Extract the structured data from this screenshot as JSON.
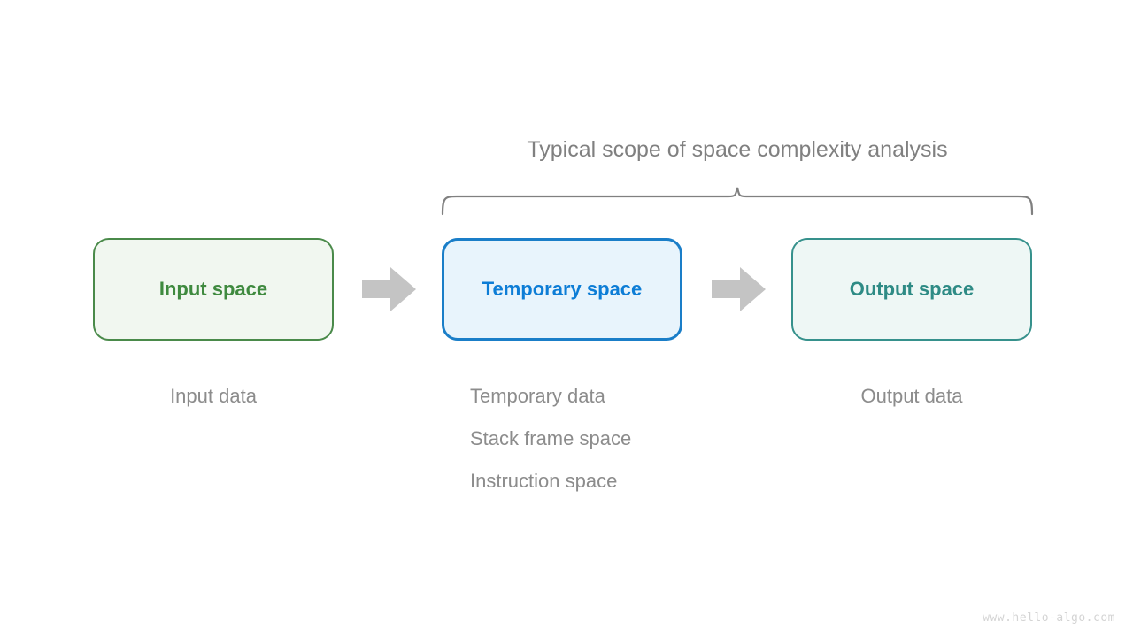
{
  "diagram": {
    "scope_label": "Typical scope of space complexity analysis",
    "boxes": [
      {
        "label": "Input space",
        "name": "input-space"
      },
      {
        "label": "Temporary space",
        "name": "temporary-space"
      },
      {
        "label": "Output space",
        "name": "output-space"
      }
    ],
    "captions": {
      "input": [
        "Input data"
      ],
      "temporary": [
        "Temporary data",
        "Stack frame space",
        "Instruction space"
      ],
      "output": [
        "Output data"
      ]
    },
    "colors": {
      "input_border": "#4a8a4a",
      "input_fill": "#f1f7f0",
      "input_text": "#3f8a3f",
      "temporary_border": "#1a7ec8",
      "temporary_fill": "#e8f4fc",
      "temporary_text": "#0d7dd6",
      "output_border": "#36918c",
      "output_fill": "#eef7f5",
      "output_text": "#2e8b85",
      "arrow": "#c4c4c4",
      "brace": "#808080",
      "caption_text": "#8c8c8c",
      "title_text": "#808080",
      "watermark_text": "#d4d4d4",
      "background": "#ffffff"
    }
  },
  "watermark": "www.hello-algo.com"
}
